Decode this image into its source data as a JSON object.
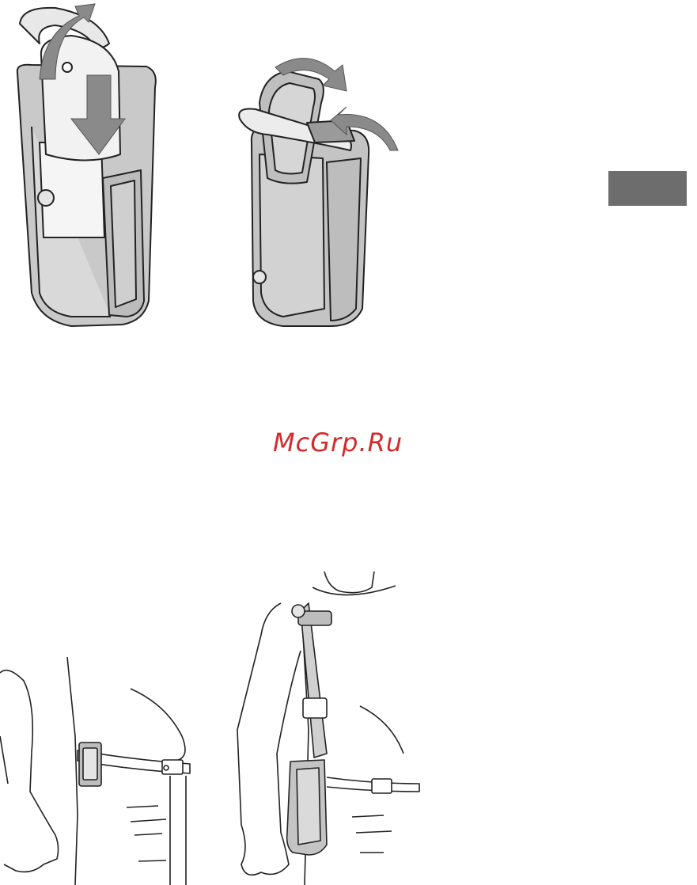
{
  "watermark": {
    "text": "McGrp.Ru"
  },
  "colors": {
    "tab": "#6d6d6d",
    "watermark": "#d42a2a",
    "case_fill": "#dcdcdc",
    "arrow": "#8a8a8a"
  },
  "figures": [
    {
      "name": "insert-device-into-case",
      "icon": "case-insert-icon"
    },
    {
      "name": "fasten-case-flap",
      "icon": "case-flap-icon"
    },
    {
      "name": "wear-on-belt",
      "icon": "belt-clip-icon"
    },
    {
      "name": "wear-with-shoulder-strap",
      "icon": "shoulder-strap-icon"
    }
  ]
}
